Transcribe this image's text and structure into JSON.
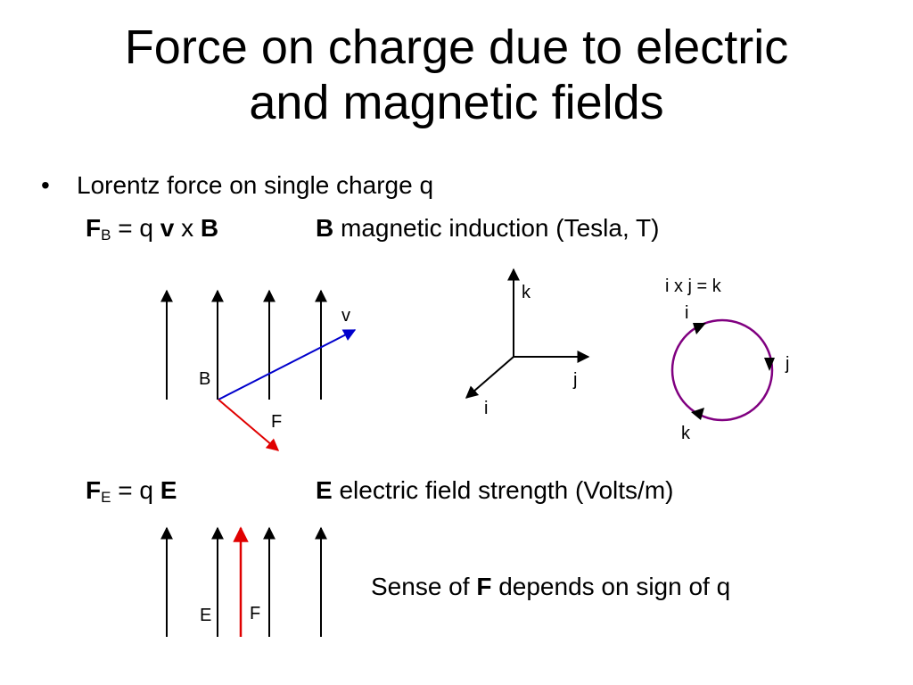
{
  "slide": {
    "title_line1": "Force on charge due to electric",
    "title_line2": "and magnetic fields",
    "bullet_symbol": "•",
    "bullet_text": "Lorentz force on single charge q"
  },
  "magnetic": {
    "eq_F": "F",
    "eq_sub": "B",
    "eq_mid1": " = q ",
    "eq_v": "v",
    "eq_mid2": " x ",
    "eq_B": "B",
    "desc_bold": "B",
    "desc_text": " magnetic induction (Tesla, T)",
    "label_B": "B",
    "label_v": "v",
    "label_F": "F"
  },
  "axes": {
    "label_k": "k",
    "label_j": "j",
    "label_i": "i"
  },
  "cycle": {
    "caption": "i x j = k",
    "label_i": "i",
    "label_j": "j",
    "label_k": "k"
  },
  "electric": {
    "eq_F": "F",
    "eq_sub": "E",
    "eq_mid": " = q ",
    "eq_E": "E",
    "desc_bold": "E",
    "desc_text": " electric field strength (Volts/m)",
    "label_E": "E",
    "label_F": "F",
    "sense_pre": "Sense of ",
    "sense_bold": "F",
    "sense_post": " depends on sign of q"
  },
  "colors": {
    "velocity": "#0000cc",
    "force": "#e00000",
    "cycle": "#800080",
    "field": "#000000"
  }
}
